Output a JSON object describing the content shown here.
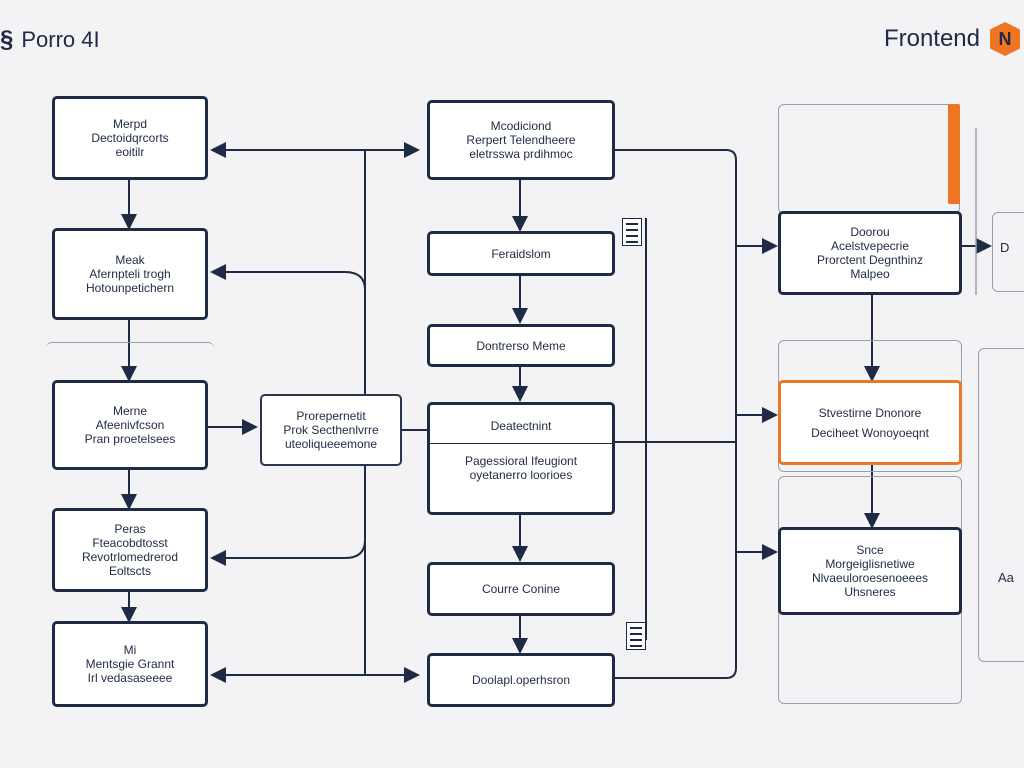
{
  "header": {
    "left_brand": "Porro 4I",
    "right_brand": "Frontend",
    "right_badge": "N",
    "accent_color": "#ee7622",
    "primary_color": "#1f2a44"
  },
  "left_column": [
    {
      "lines": [
        "Merpd",
        "Dectoidqrcorts",
        "eoitilr"
      ]
    },
    {
      "lines": [
        "Meak",
        "Afernpteli trogh",
        "Hotounpetichern"
      ]
    },
    {
      "lines": [
        "Merne",
        "Afeenivfcson",
        "Pran proetelsees"
      ]
    },
    {
      "lines": [
        "Peras",
        "Fteacobdtosst",
        "Revotrlomedrerod",
        "Eoltscts"
      ]
    },
    {
      "lines": [
        "Mi",
        "Mentsgie Grannt",
        "Irl vedasaseeee"
      ]
    }
  ],
  "middle_node": {
    "lines": [
      "Prorepernetit",
      "Prok Secthenlvrre",
      "uteoliqueeemone"
    ]
  },
  "center_column": [
    {
      "lines": [
        "Mcodiciond",
        "Rerpert Telendheere",
        "eletrsswa prdihmoc"
      ]
    },
    {
      "lines": [
        "Feraidslom"
      ]
    },
    {
      "lines": [
        "Dontrerso Meme"
      ]
    },
    {
      "lines": [
        "Deatectnint",
        "",
        "Pagessioral Ifeugiont",
        "oyetanerro loorioes"
      ]
    },
    {
      "lines": [
        "Courre Conine"
      ]
    },
    {
      "lines": [
        "Doolapl.operhsron"
      ]
    }
  ],
  "right_column": [
    {
      "lines": [
        "Doorou",
        "Acelstvepecrie",
        "Prorctent Degnthinz",
        "Malpeo"
      ]
    },
    {
      "lines": [
        "Stvestirne Dnonore",
        "Deciheet Wonoyoeqnt"
      ]
    },
    {
      "lines": [
        "Snce",
        "Morgeiglisnetiwe",
        "Nlvaeuloroesenoeees",
        "Uhsneres"
      ]
    }
  ],
  "right_edge": {
    "top_label": "D",
    "bottom_label": "Aa"
  }
}
